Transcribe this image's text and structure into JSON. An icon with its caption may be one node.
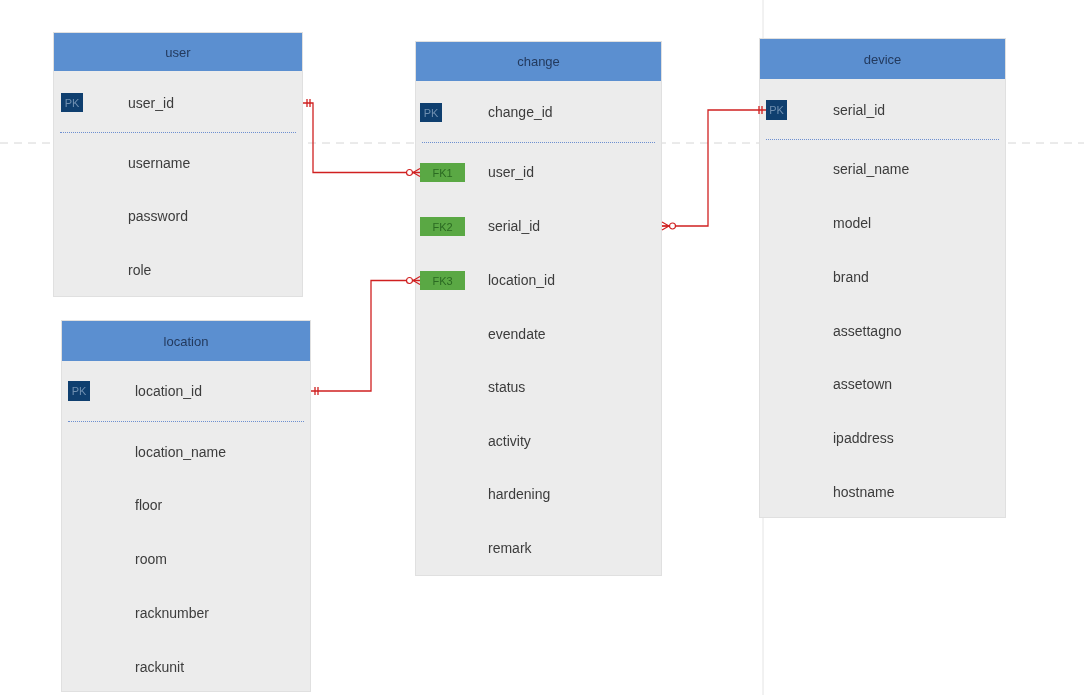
{
  "diagram": {
    "nodes": [
      {
        "text": [
          "user"
        ]
      },
      {
        "text": [
          "PK"
        ],
        "in": 0
      },
      {
        "text": [
          "user_id"
        ],
        "in": 0
      },
      {
        "text": [
          "username"
        ],
        "in": 0
      },
      {
        "text": [
          "password"
        ],
        "in": 0
      },
      {
        "text": [
          "role"
        ],
        "in": 0
      },
      {
        "text": [
          "change"
        ]
      },
      {
        "text": [
          "PK"
        ],
        "in": 6
      },
      {
        "text": [
          "change_id"
        ],
        "in": 6
      },
      {
        "text": [
          "FK1"
        ],
        "in": 6
      },
      {
        "text": [
          "user_id"
        ],
        "in": 6
      },
      {
        "text": [
          "FK2"
        ],
        "in": 6
      },
      {
        "text": [
          "serial_id"
        ],
        "in": 6
      },
      {
        "text": [
          "FK3"
        ],
        "in": 6
      },
      {
        "text": [
          "location_id"
        ],
        "in": 6
      },
      {
        "text": [
          "evendate"
        ],
        "in": 6
      },
      {
        "text": [
          "status"
        ],
        "in": 6
      },
      {
        "text": [
          "activity"
        ],
        "in": 6
      },
      {
        "text": [
          "hardening"
        ],
        "in": 6
      },
      {
        "text": [
          "remark"
        ],
        "in": 6
      },
      {
        "text": [
          "device"
        ]
      },
      {
        "text": [
          "PK"
        ],
        "in": 20
      },
      {
        "text": [
          "serial_id"
        ],
        "in": 20
      },
      {
        "text": [
          "serial_name"
        ],
        "in": 20
      },
      {
        "text": [
          "model"
        ],
        "in": 20
      },
      {
        "text": [
          "brand"
        ],
        "in": 20
      },
      {
        "text": [
          "assettagno"
        ],
        "in": 20
      },
      {
        "text": [
          "assetown"
        ],
        "in": 20
      },
      {
        "text": [
          "ipaddress"
        ],
        "in": 20
      },
      {
        "text": [
          "hostname"
        ],
        "in": 20
      },
      {
        "text": [
          "location"
        ]
      },
      {
        "text": [
          "PK"
        ],
        "in": 30
      },
      {
        "text": [
          "location_id"
        ],
        "in": 30
      },
      {
        "text": [
          "location_name"
        ],
        "in": 30
      },
      {
        "text": [
          "floor"
        ],
        "in": 30
      },
      {
        "text": [
          "room"
        ],
        "in": 30
      },
      {
        "text": [
          "racknumber"
        ],
        "in": 30
      },
      {
        "text": [
          "rackunit"
        ],
        "in": 30
      }
    ],
    "edges": [
      {
        "from": 0,
        "to": 9,
        "arrow": "other"
      },
      {
        "from": 21,
        "to": 6,
        "arrow": "other"
      },
      {
        "from": 30,
        "to": 13,
        "arrow": "other"
      }
    ]
  }
}
